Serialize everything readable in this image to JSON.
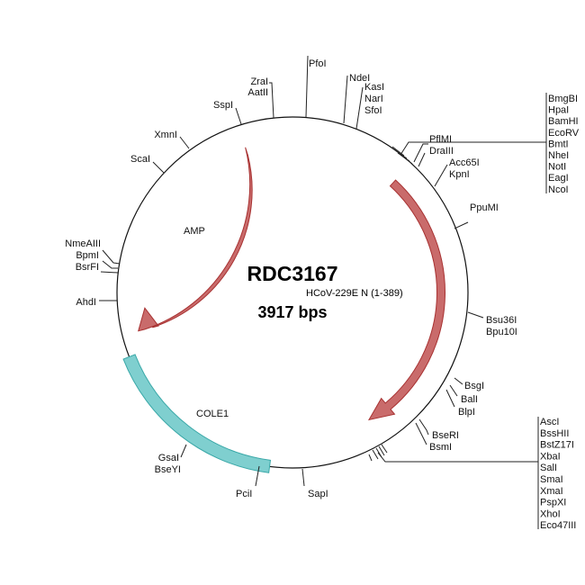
{
  "plasmid": {
    "name": "RDC3167",
    "size": "3917 bps"
  },
  "features": {
    "amp": {
      "label": "AMP",
      "color": "#c96b6b",
      "stroke": "#a83232"
    },
    "insert": {
      "label": "HCoV-229E N (1-389)",
      "color": "#c96b6b",
      "stroke": "#a83232"
    },
    "ori": {
      "label": "COLE1",
      "color": "#7fcfcf",
      "stroke": "#3aa8a8"
    }
  },
  "sites": {
    "pfoi": "PfoI",
    "ndei": "NdeI",
    "kasi": "KasI",
    "nari": "NarI",
    "sfoi": "SfoI",
    "zrai": "ZraI",
    "aatii": "AatII",
    "sspi": "SspI",
    "xmni": "XmnI",
    "scai": "ScaI",
    "nmeaiii": "NmeAIII",
    "bpmi": "BpmI",
    "bsrfi": "BsrFI",
    "ahdi": "AhdI",
    "pflmi": "PflMI",
    "draiii": "DraIII",
    "acc65i": "Acc65I",
    "kpni": "KpnI",
    "ppumi": "PpuMI",
    "bsu36i": "Bsu36I",
    "bpu10i": "Bpu10I",
    "bsgi": "BsgI",
    "bali": "BalI",
    "blpi": "BlpI",
    "bseri": "BseRI",
    "bsmi": "BsmI",
    "gsai": "GsaI",
    "bseyi": "BseYI",
    "pcii": "PciI",
    "sapi": "SapI"
  },
  "mcs_top": [
    "BmgBI",
    "HpaI",
    "BamHI",
    "EcoRV",
    "BmtI",
    "NheI",
    "NotI",
    "EagI",
    "NcoI"
  ],
  "mcs_bottom": [
    "AscI",
    "BssHII",
    "BstZ17I",
    "XbaI",
    "SalI",
    "SmaI",
    "XmaI",
    "PspXI",
    "XhoI",
    "Eco47III"
  ]
}
